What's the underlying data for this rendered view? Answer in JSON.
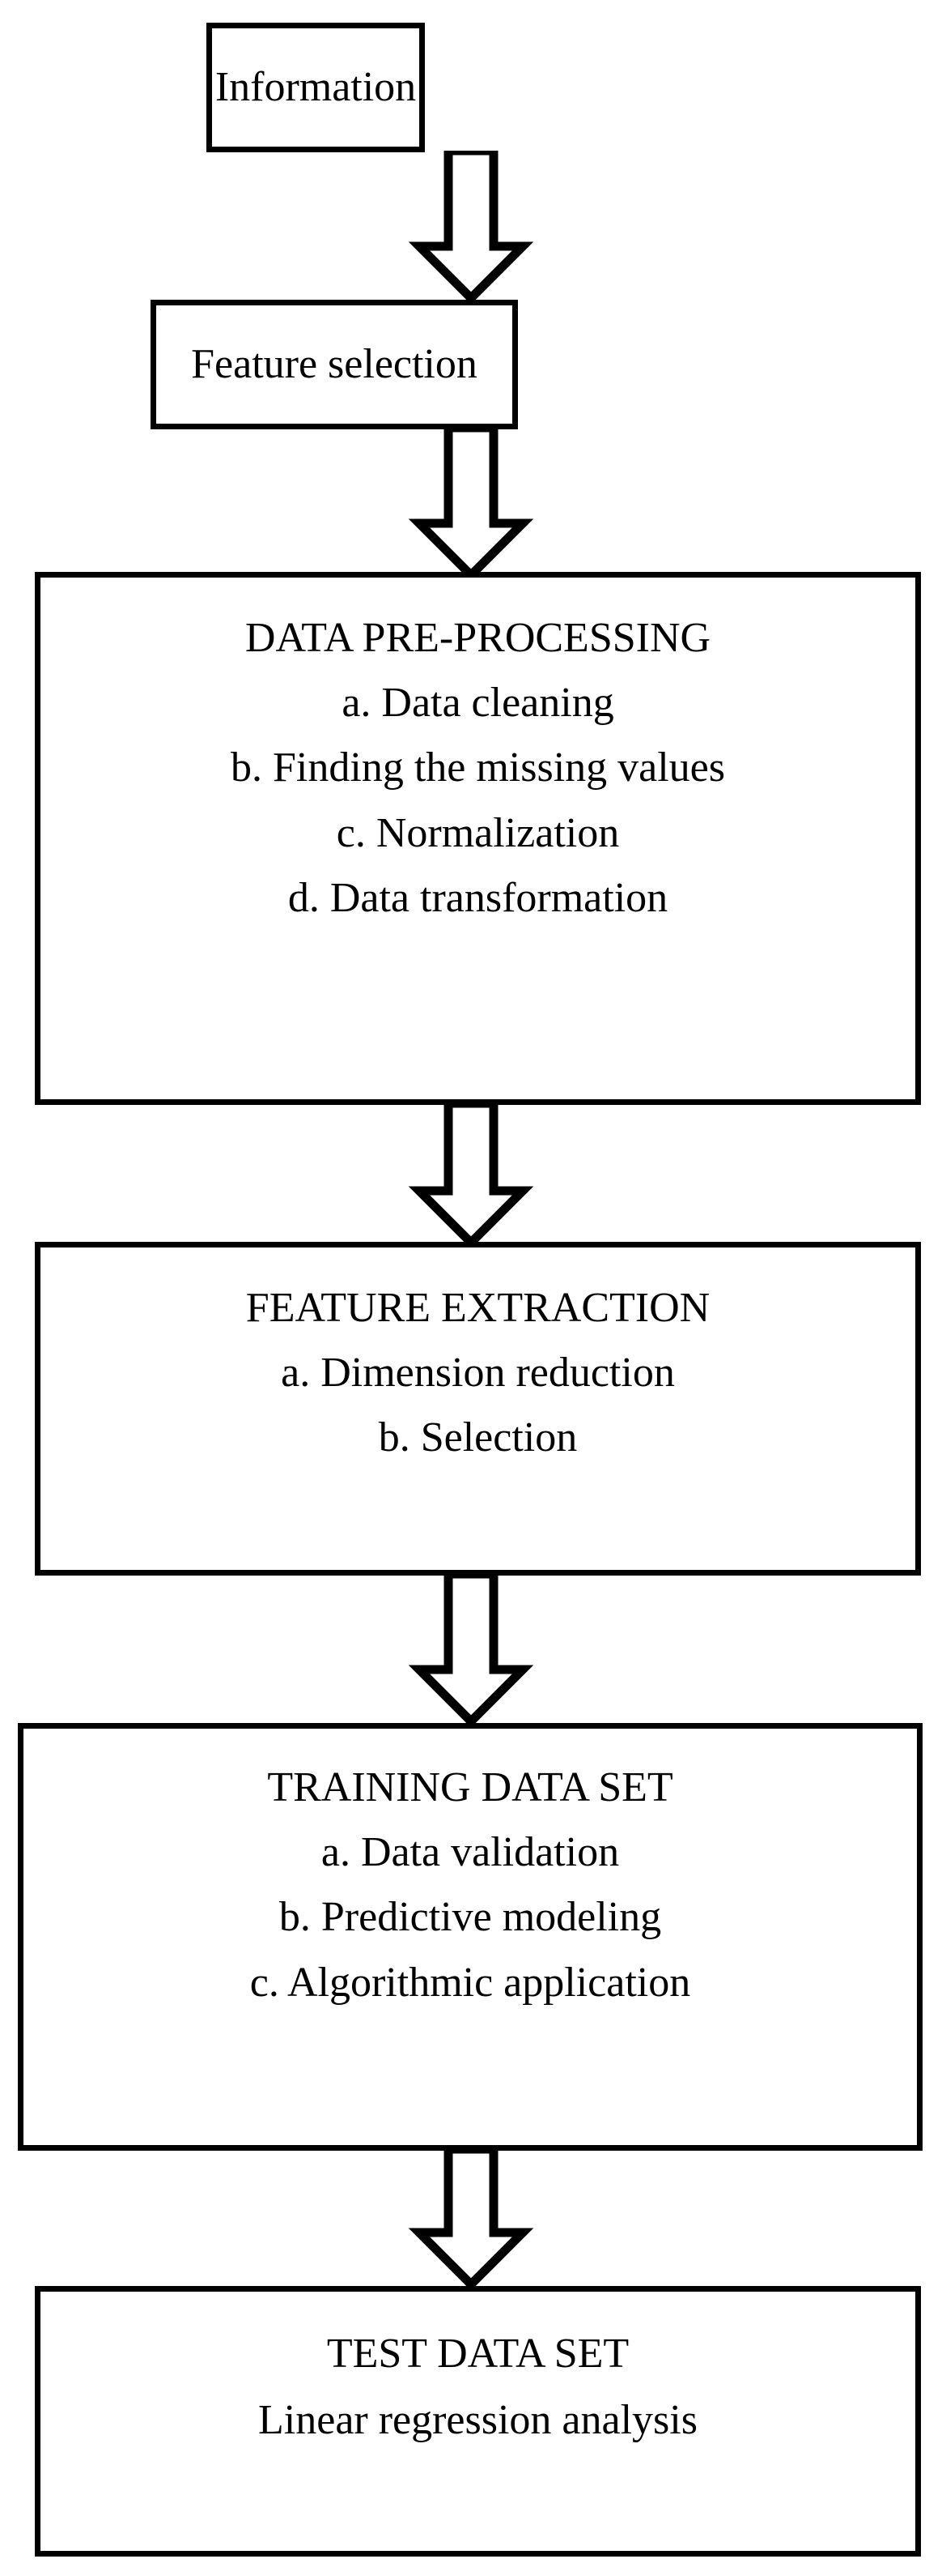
{
  "diagram": {
    "title": "Machine learning data processing pipeline flowchart",
    "orientation": "top-to-bottom",
    "stroke_color": "#000000",
    "fill_color": "#ffffff",
    "arrow_style": "hollow-block-arrow",
    "nodes": [
      {
        "id": "information",
        "lines": [
          "Information"
        ],
        "emphasis": "normal"
      },
      {
        "id": "feature-selection",
        "lines": [
          "Feature selection"
        ],
        "emphasis": "normal"
      },
      {
        "id": "data-preprocessing",
        "lines": [
          "DATA PRE-PROCESSING",
          "a. Data cleaning",
          "b. Finding the missing values",
          "c. Normalization",
          "d. Data transformation"
        ],
        "emphasis": "uppercase-heading"
      },
      {
        "id": "feature-extraction",
        "lines": [
          "FEATURE EXTRACTION",
          "a. Dimension reduction",
          "b. Selection"
        ],
        "emphasis": "uppercase-heading"
      },
      {
        "id": "training-data-set",
        "lines": [
          "TRAINING DATA SET",
          "a. Data validation",
          "b. Predictive modeling",
          "c. Algorithmic application"
        ],
        "emphasis": "uppercase-heading"
      },
      {
        "id": "test-data-set",
        "lines": [
          "TEST DATA SET",
          "Linear regression analysis"
        ],
        "emphasis": "uppercase-heading"
      }
    ],
    "edges": [
      {
        "id": "edge-1",
        "from": "information",
        "to": "feature-selection",
        "label": ""
      },
      {
        "id": "edge-2",
        "from": "feature-selection",
        "to": "data-preprocessing",
        "label": ""
      },
      {
        "id": "edge-3",
        "from": "data-preprocessing",
        "to": "feature-extraction",
        "label": ""
      },
      {
        "id": "edge-4",
        "from": "feature-extraction",
        "to": "training-data-set",
        "label": ""
      },
      {
        "id": "edge-5",
        "from": "training-data-set",
        "to": "test-data-set",
        "label": ""
      }
    ]
  }
}
